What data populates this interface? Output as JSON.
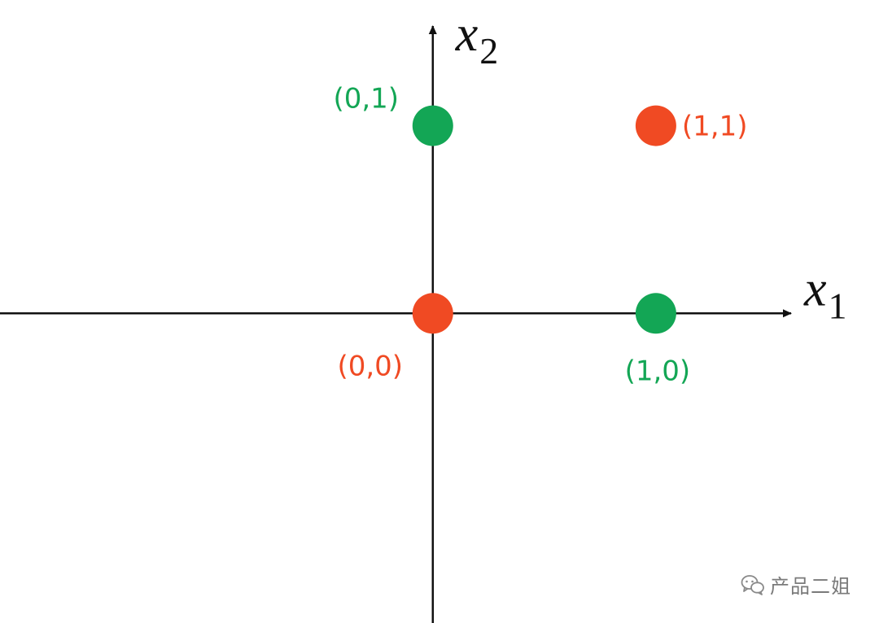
{
  "chart_data": {
    "type": "scatter",
    "xlabel": {
      "base": "x",
      "sub": "1"
    },
    "ylabel": {
      "base": "x",
      "sub": "2"
    },
    "xlim": [
      -1.94,
      2.0
    ],
    "ylim": [
      -1.65,
      1.67
    ],
    "grid": false,
    "legend": "none",
    "colors": {
      "class_red": "#F04A23",
      "class_green": "#13A655"
    },
    "points": [
      {
        "x": 0,
        "y": 0,
        "label": "(0,0)",
        "color": "#F04A23"
      },
      {
        "x": 0,
        "y": 1,
        "label": "(0,1)",
        "color": "#13A655"
      },
      {
        "x": 1,
        "y": 0,
        "label": "(1,0)",
        "color": "#13A655"
      },
      {
        "x": 1,
        "y": 1,
        "label": "(1,1)",
        "color": "#F04A23"
      }
    ]
  },
  "watermark": {
    "icon": "wechat-icon",
    "text": "产品二姐"
  }
}
